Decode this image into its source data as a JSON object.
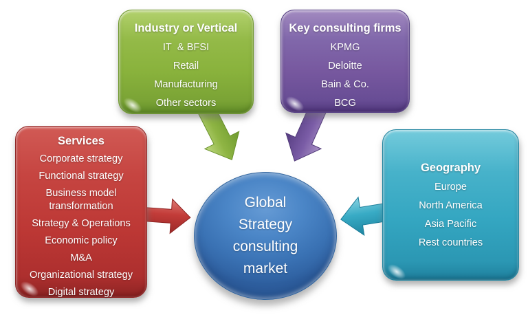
{
  "center": {
    "label": "Global Strategy consulting market",
    "color": "#3d77bc"
  },
  "boxes": {
    "industry": {
      "title": "Industry or Vertical",
      "items": [
        "IT  & BFSI",
        "Retail",
        "Manufacturing",
        "Other sectors"
      ],
      "color": "#89b23c"
    },
    "firms": {
      "title": "Key consulting firms",
      "items": [
        "KPMG",
        "Deloitte",
        "Bain & Co.",
        "BCG"
      ],
      "color": "#77589f"
    },
    "services": {
      "title": "Services",
      "items": [
        "Corporate strategy",
        "Functional strategy",
        "Business model transformation",
        "Strategy & Operations",
        "Economic policy",
        "M&A",
        "Organizational strategy",
        "Digital strategy"
      ],
      "color": "#bd3835"
    },
    "geography": {
      "title": "Geography",
      "items": [
        "Europe",
        "North America",
        "Asia Pacific",
        "Rest countries"
      ],
      "color": "#34a6c1"
    }
  },
  "arrows": [
    {
      "name": "industry-to-center",
      "color": "#89b23c"
    },
    {
      "name": "firms-to-center",
      "color": "#77589f"
    },
    {
      "name": "services-to-center",
      "color": "#bd3835"
    },
    {
      "name": "geography-to-center",
      "color": "#34a6c1"
    }
  ]
}
